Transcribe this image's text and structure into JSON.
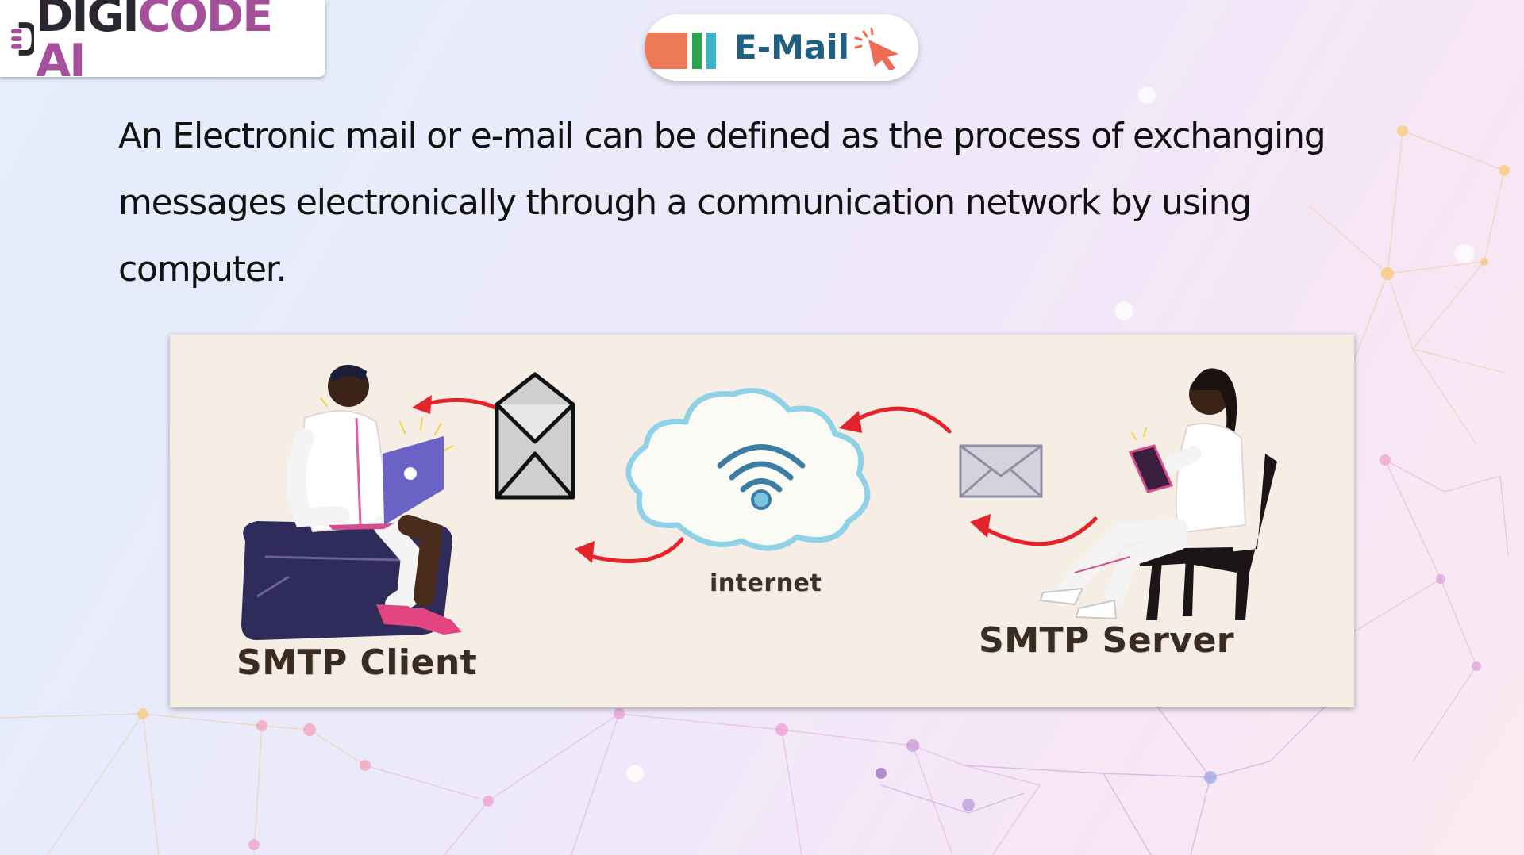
{
  "brand": {
    "logo_part1": "DIGI",
    "logo_part2": "CODE AI",
    "color_dark": "#2b2630",
    "color_purple": "#a6509c"
  },
  "slide": {
    "title": "E-Mail",
    "title_color": "#1e5f82",
    "description": "An Electronic mail or e-mail can be defined as the process of exchanging messages electronically through a communication network by using computer."
  },
  "diagram": {
    "client_label": "SMTP Client",
    "server_label": "SMTP Server",
    "internet_label": "internet",
    "icons": [
      "person-with-laptop-icon",
      "open-envelope-icon",
      "cloud-wifi-icon",
      "closed-envelope-icon",
      "person-with-tablet-icon",
      "red-arrow-icon"
    ],
    "arrow_color": "#e5232b",
    "cloud_color": "#8fd1e6",
    "panel_color": "#f6ede4"
  }
}
